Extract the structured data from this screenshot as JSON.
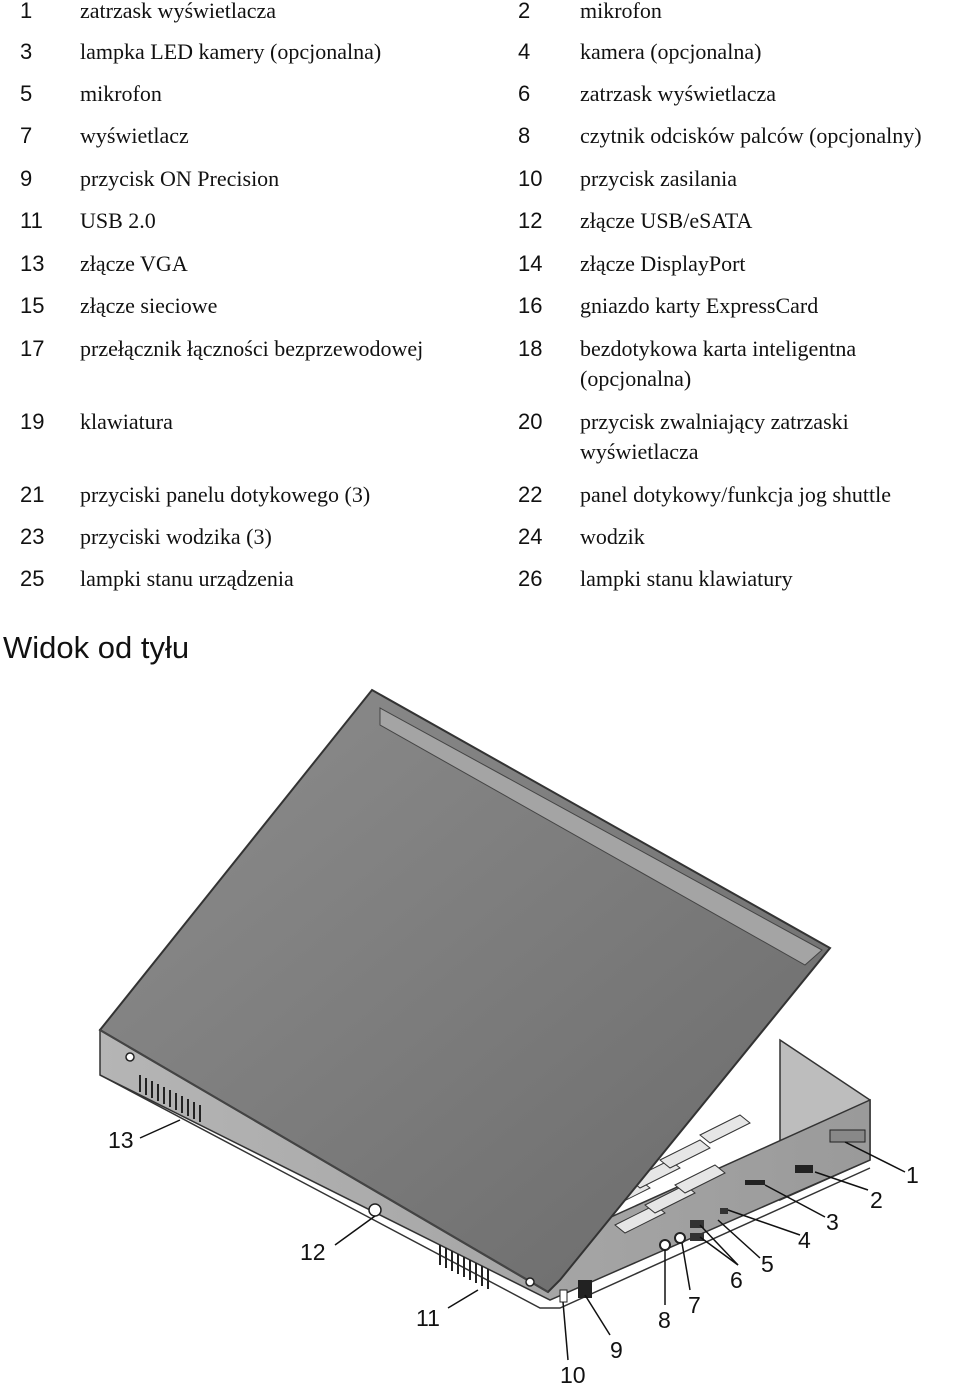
{
  "legend": [
    {
      "n1": "1",
      "t1": "zatrzask wyświetlacza",
      "n2": "2",
      "t2": "mikrofon"
    },
    {
      "n1": "3",
      "t1": "lampka LED kamery (opcjonalna)",
      "n2": "4",
      "t2": "kamera (opcjonalna)"
    },
    {
      "n1": "5",
      "t1": "mikrofon",
      "n2": "6",
      "t2": "zatrzask wyświetlacza"
    },
    {
      "n1": "7",
      "t1": "wyświetlacz",
      "n2": "8",
      "t2": "czytnik odcisków palców (opcjonalny)"
    },
    {
      "n1": "9",
      "t1": "przycisk ON Precision",
      "n2": "10",
      "t2": "przycisk zasilania"
    },
    {
      "n1": "11",
      "t1": "USB 2.0",
      "n2": "12",
      "t2": "złącze USB/eSATA"
    },
    {
      "n1": "13",
      "t1": "złącze VGA",
      "n2": "14",
      "t2": "złącze DisplayPort"
    },
    {
      "n1": "15",
      "t1": "złącze sieciowe",
      "n2": "16",
      "t2": "gniazdo karty ExpressCard"
    },
    {
      "n1": "17",
      "t1": "przełącznik łączności bezprzewodowej",
      "n2": "18",
      "t2": "bezdotykowa karta inteligentna",
      "t2b": "(opcjonalna)"
    },
    {
      "n1": "19",
      "t1": "klawiatura",
      "n2": "20",
      "t2": "przycisk zwalniający zatrzaski",
      "t2b": "wyświetlacza"
    },
    {
      "n1": "21",
      "t1": "przyciski panelu dotykowego (3)",
      "n2": "22",
      "t2": "panel dotykowy/funkcja jog shuttle"
    },
    {
      "n1": "23",
      "t1": "przyciski wodzika (3)",
      "n2": "24",
      "t2": "wodzik"
    },
    {
      "n1": "25",
      "t1": "lampki stanu urządzenia",
      "n2": "26",
      "t2": "lampki stanu klawiatury"
    }
  ],
  "section_title": "Widok od tyłu",
  "callouts": {
    "c1": "1",
    "c2": "2",
    "c3": "3",
    "c4": "4",
    "c5": "5",
    "c6": "6",
    "c7": "7",
    "c8": "8",
    "c9": "9",
    "c10": "10",
    "c11": "11",
    "c12": "12",
    "c13": "13"
  }
}
